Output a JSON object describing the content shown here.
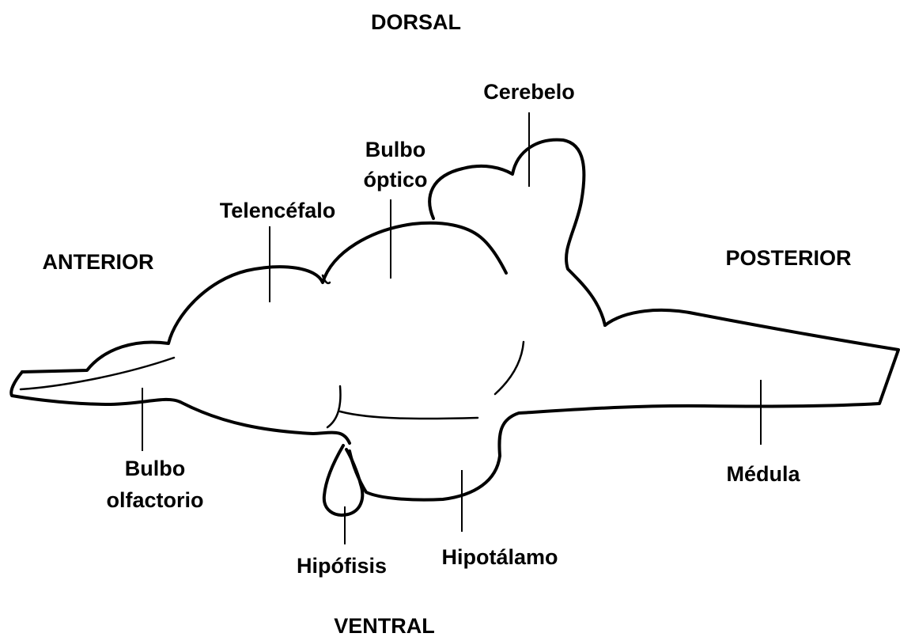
{
  "orientation": {
    "dorsal": "DORSAL",
    "ventral": "VENTRAL",
    "anterior": "ANTERIOR",
    "posterior": "POSTERIOR"
  },
  "parts": {
    "cerebelo": "Cerebelo",
    "bulbo_optico_1": "Bulbo",
    "bulbo_optico_2": "óptico",
    "telencefalo": "Telencéfalo",
    "bulbo_olfactorio_1": "Bulbo",
    "bulbo_olfactorio_2": "olfactorio",
    "hipofisis": "Hipófisis",
    "hipotalamo": "Hipotálamo",
    "medula": "Médula"
  }
}
